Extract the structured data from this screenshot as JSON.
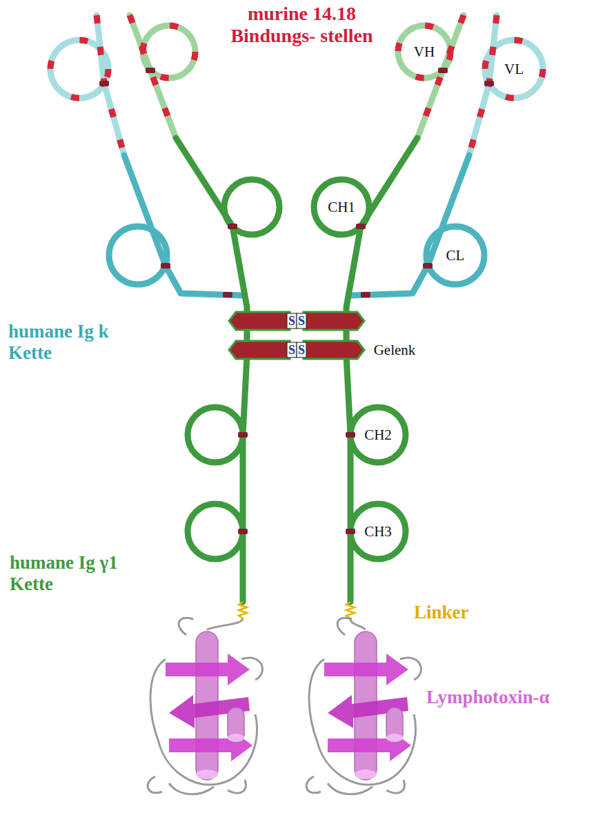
{
  "diagram": {
    "title": "murine 14.18 Bindungs- stellen",
    "labels": [
      "VH",
      "VL",
      "CH1",
      "CL",
      "Gelenk",
      "CH2",
      "CH3",
      "humane Ig k Kette",
      "humane Ig γ1 Kette",
      "Linker",
      "Lymphotoxin-α",
      "S",
      "S",
      "S",
      "S"
    ]
  }
}
